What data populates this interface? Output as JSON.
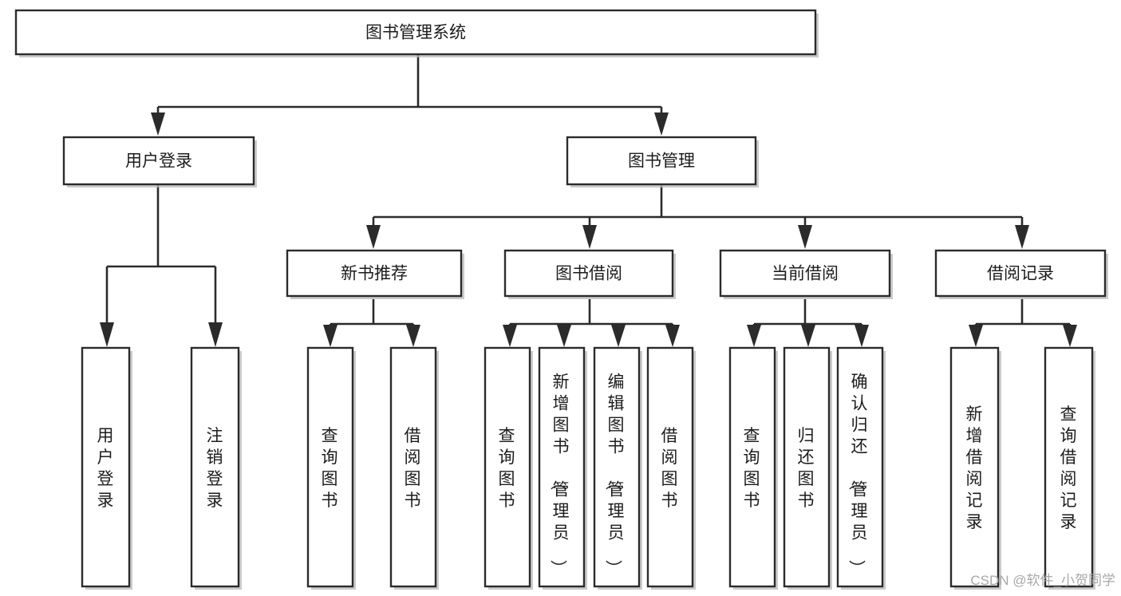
{
  "diagram": {
    "title": "图书管理系统",
    "type": "tree-hierarchy-diagram",
    "colors": {
      "box_fill": "#ffffff",
      "box_stroke": "#2b2b2b",
      "connector": "#2b2b2b",
      "text": "#1c1c1c",
      "watermark": "#a8a8a8",
      "background": "#ffffff"
    },
    "root": {
      "label": "图书管理系统"
    },
    "level2": [
      {
        "label": "用户登录"
      },
      {
        "label": "图书管理"
      }
    ],
    "level3": [
      {
        "label": "新书推荐"
      },
      {
        "label": "图书借阅"
      },
      {
        "label": "当前借阅"
      },
      {
        "label": "借阅记录"
      }
    ],
    "leaves": {
      "user_login": [
        {
          "label": "用户登录"
        },
        {
          "label": "注销登录"
        }
      ],
      "new_book_recommend": [
        {
          "label": "查询图书"
        },
        {
          "label": "借阅图书"
        }
      ],
      "book_borrow": [
        {
          "label": "查询图书"
        },
        {
          "label": "新增图书（管理员）"
        },
        {
          "label": "编辑图书（管理员）"
        },
        {
          "label": "借阅图书"
        }
      ],
      "current_borrow": [
        {
          "label": "查询图书"
        },
        {
          "label": "归还图书"
        },
        {
          "label": "确认归还（管理员）"
        }
      ],
      "borrow_record": [
        {
          "label": "新增借阅记录"
        },
        {
          "label": "查询借阅记录"
        }
      ]
    },
    "watermark": "CSDN @软件_小贺同学"
  }
}
